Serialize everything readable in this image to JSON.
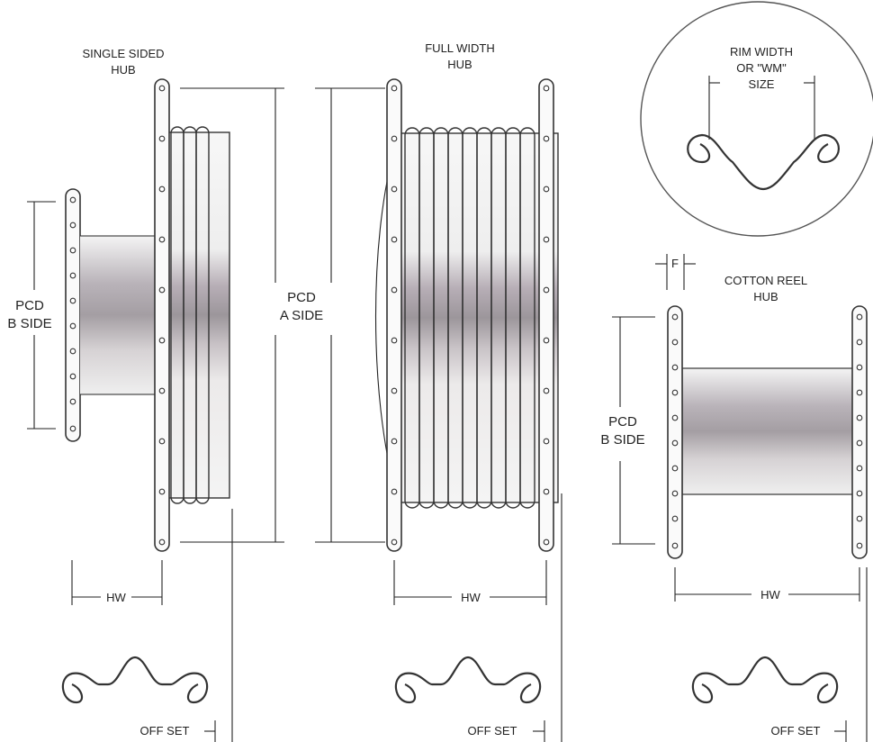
{
  "single_sided": {
    "title_line1": "SINGLE SIDED",
    "title_line2": "HUB",
    "pcd_line1": "PCD",
    "pcd_line2": "B SIDE",
    "hw": "HW",
    "offset": "OFF SET"
  },
  "full_width": {
    "title_line1": "FULL WIDTH",
    "title_line2": "HUB",
    "pcd_line1": "PCD",
    "pcd_line2": "A SIDE",
    "hw": "HW",
    "offset": "OFF SET"
  },
  "rim_detail": {
    "line1": "RIM WIDTH",
    "line2": "OR \"WM\"",
    "line3": "SIZE"
  },
  "cotton_reel": {
    "f_label": "F",
    "title_line1": "COTTON REEL",
    "title_line2": "HUB",
    "pcd_line1": "PCD",
    "pcd_line2": "B SIDE",
    "hw": "HW",
    "offset": "OFF SET"
  }
}
